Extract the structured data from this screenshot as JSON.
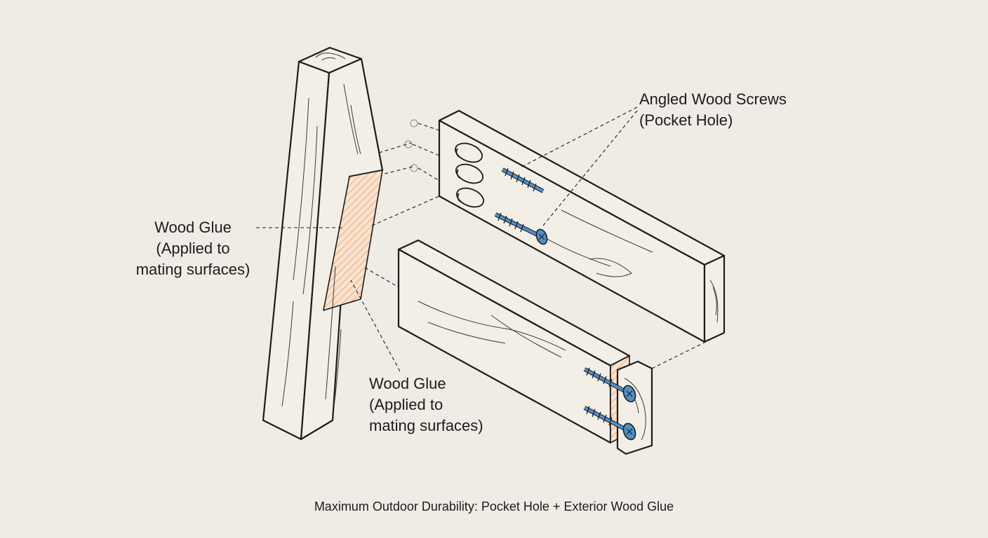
{
  "diagram": {
    "labels": {
      "screws": {
        "line1": "Angled Wood Screws",
        "line2": "(Pocket Hole)"
      },
      "glue_upper": {
        "line1": "Wood Glue",
        "line2": "(Applied to",
        "line3": "mating surfaces)"
      },
      "glue_lower": {
        "line1": "Wood Glue",
        "line2": "(Applied to",
        "line3": "mating surfaces)"
      }
    },
    "caption": "Maximum Outdoor Durability: Pocket Hole + Exterior Wood Glue",
    "colors": {
      "background": "#efece6",
      "ink": "#1c1c1c",
      "wood": "#f3efe6",
      "glue": "#f0b98a",
      "screw": "#4f8fc9"
    }
  }
}
